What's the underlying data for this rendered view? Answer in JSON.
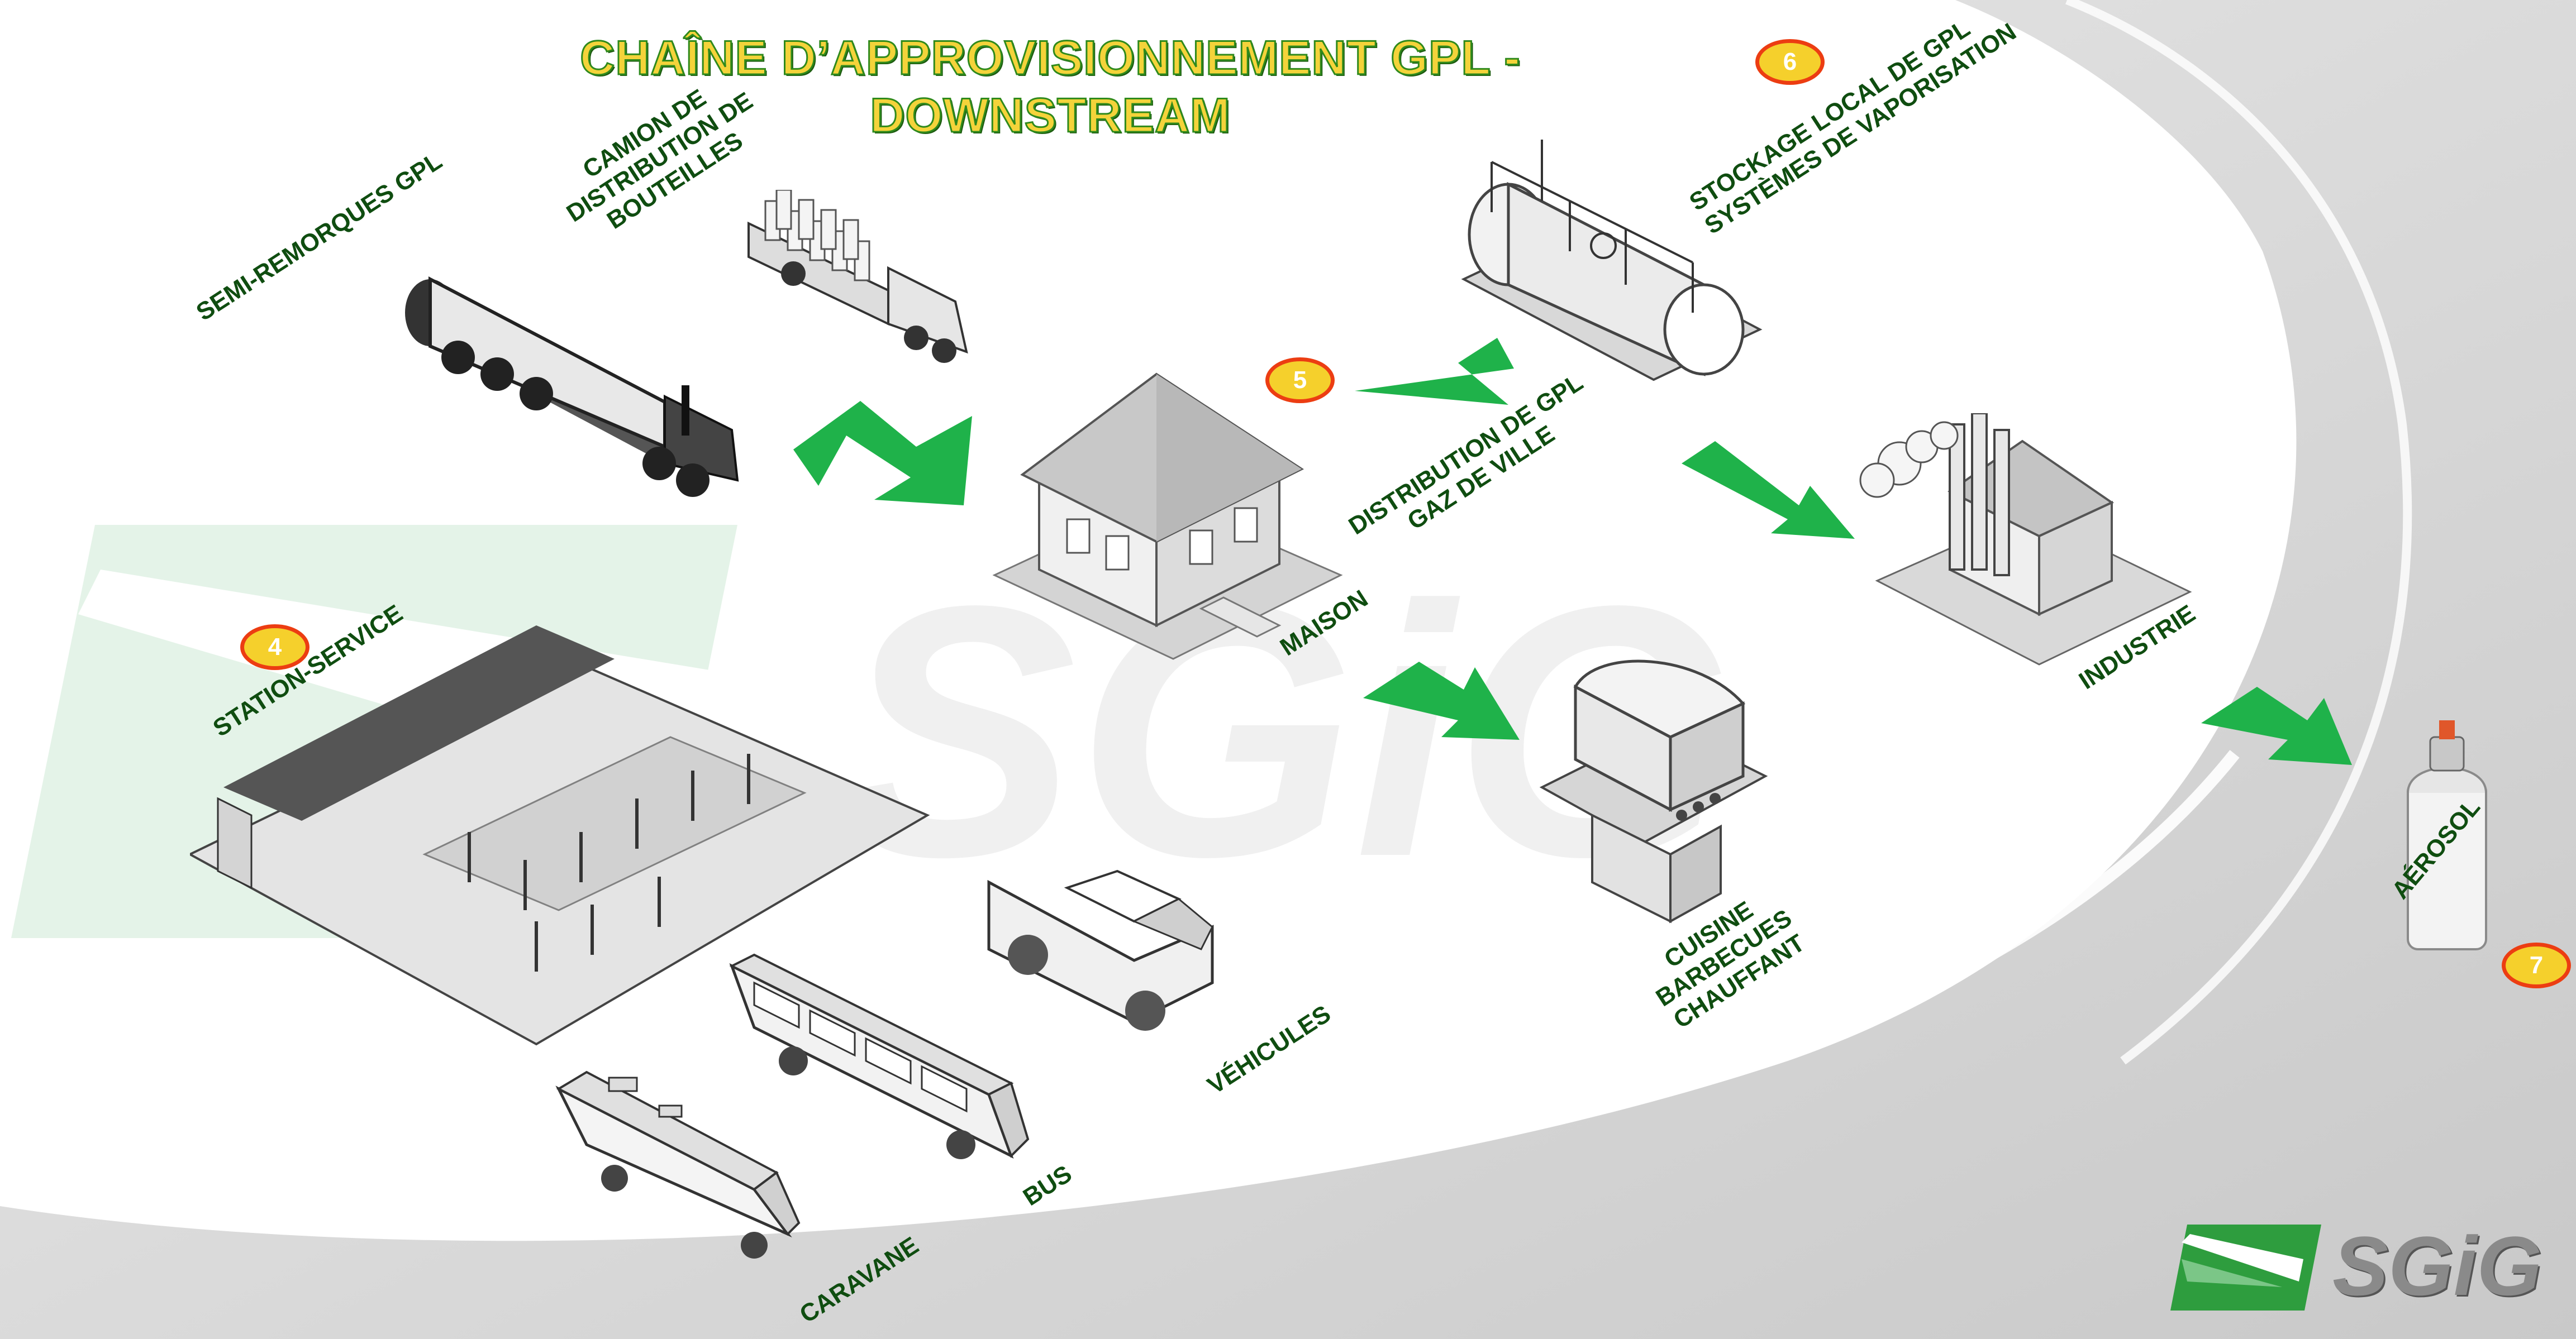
{
  "title": {
    "line1": "CHAÎNE D’APPROVISIONNEMENT GPL -",
    "line2": "DOWNSTREAM"
  },
  "colors": {
    "title_fill": "#f4d33a",
    "title_outline": "#2f8a1c",
    "label": "#0f4d10",
    "arrow": "#1fb24a",
    "badge_fill": "#f5d02c",
    "badge_border": "#ec3d12",
    "background_grey": "#d9d9d9"
  },
  "labels": {
    "semi_remorques": "SEMI-REMORQUES GPL",
    "camion": [
      "CAMION DE",
      "DISTRIBUTION DE",
      "BOUTEILLES"
    ],
    "stockage": [
      "STOCKAGE LOCAL DE GPL",
      "SYSTÈMES DE VAPORISATION"
    ],
    "distribution_gaz": [
      "DISTRIBUTION DE GPL",
      "GAZ DE VILLE"
    ],
    "maison": "MAISON",
    "industrie": "INDUSTRIE",
    "station": "STATION-SERVICE",
    "cuisine": [
      "CUISINE",
      "BARBECUES",
      "CHAUFFANT"
    ],
    "vehicules": "VÉHICULES",
    "bus": "BUS",
    "caravane": "CARAVANE",
    "aerosol": "AÉROSOL"
  },
  "badges": {
    "station": "4",
    "maison": "5",
    "stockage": "6",
    "aerosol": "7"
  },
  "logo": {
    "text": "SGiG"
  },
  "watermark": {
    "text": "SGiG"
  },
  "icons": [
    "tanker-truck-icon",
    "bottle-truck-icon",
    "storage-tank-icon",
    "house-icon",
    "factory-icon",
    "gas-station-icon",
    "pickup-truck-icon",
    "bus-icon",
    "caravan-icon",
    "barbecue-icon",
    "aerosol-can-icon"
  ]
}
